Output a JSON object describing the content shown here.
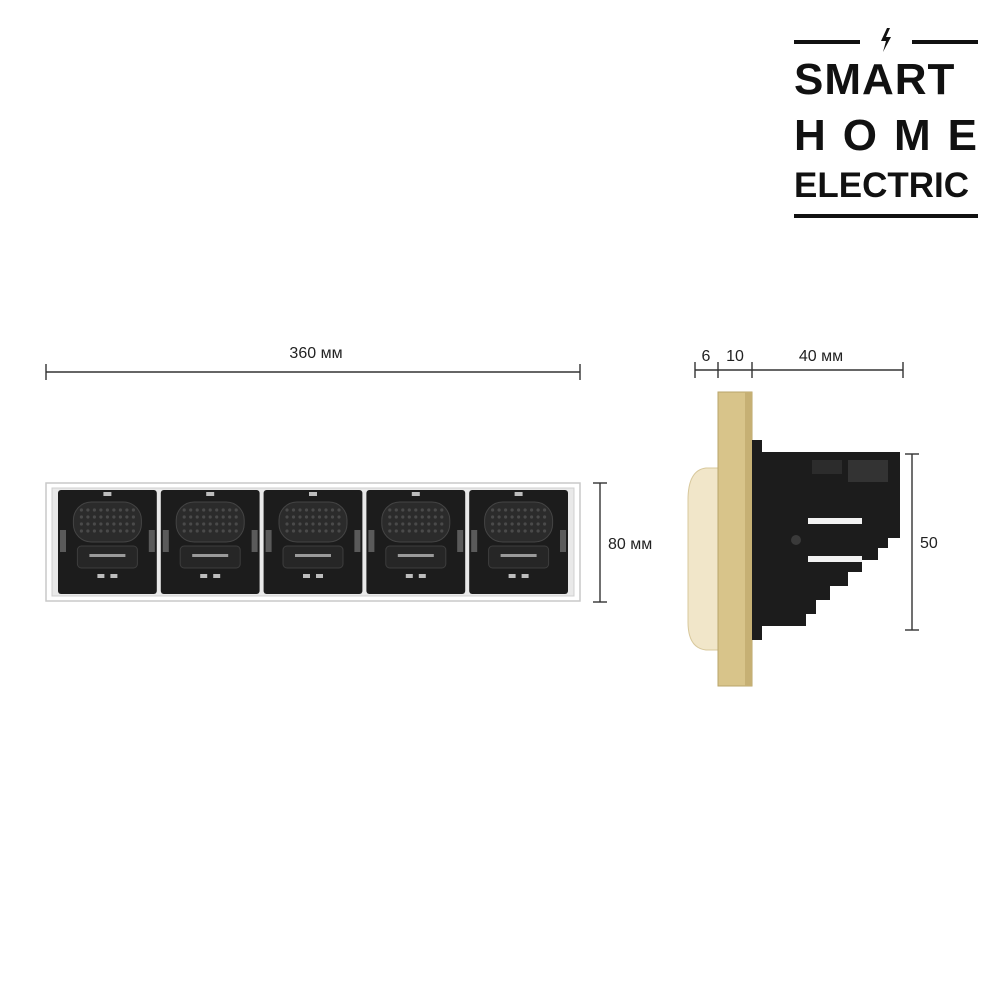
{
  "logo": {
    "line1": "SMART",
    "line2": "HOME",
    "line3": "ELECTRIC"
  },
  "dimensions": {
    "front_width": "360 мм",
    "front_height": "80 мм",
    "side_frame": "6",
    "side_gap": "10",
    "side_depth": "40 мм",
    "side_height": "50"
  },
  "front_view": {
    "module_count": 5
  },
  "colors": {
    "frame_gold": "#d8c48a",
    "module_black": "#1c1c1c",
    "line": "#333333",
    "logo": "#111111"
  }
}
